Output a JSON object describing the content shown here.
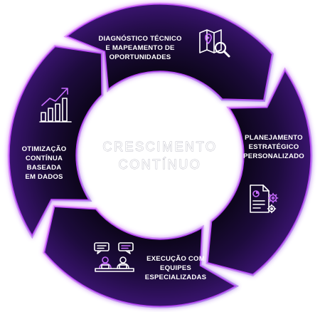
{
  "center": {
    "line1": "CRESCIMENTO",
    "line2": "CONTÍNUO"
  },
  "steps": [
    {
      "lines": [
        "DIAGNÓSTICO TÉCNICO",
        "E MAPEAMENTO DE",
        "OPORTUNIDADES"
      ],
      "icon": "map-search-icon"
    },
    {
      "lines": [
        "PLANEJAMENTO",
        "ESTRATÉGICO",
        "PERSONALIZADO"
      ],
      "icon": "document-gear-icon"
    },
    {
      "lines": [
        "EXECUÇÃO COM",
        "EQUIPES",
        "ESPECIALIZADAS"
      ],
      "icon": "team-chat-icon"
    },
    {
      "lines": [
        "OTIMIZAÇÃO",
        "CONTÍNUA",
        "BASEADA",
        "EM DADOS"
      ],
      "icon": "growth-chart-icon"
    }
  ],
  "colors": {
    "arrow_dark": "#0d0820",
    "arrow_mid": "#2a1257",
    "arrow_glow": "#b03cf0",
    "accent": "#c86cff",
    "text": "#ffffff"
  }
}
